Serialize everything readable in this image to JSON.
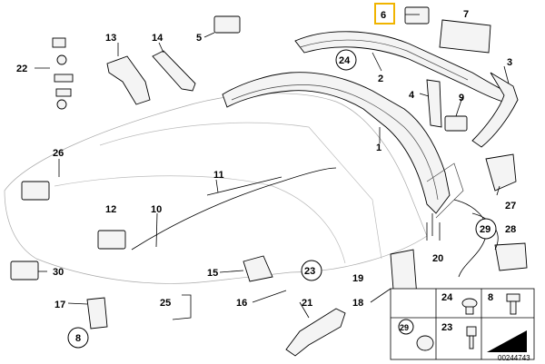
{
  "diagram_id": "00244743",
  "callouts": [
    {
      "key": "c1",
      "text": "1"
    },
    {
      "key": "c2",
      "text": "2"
    },
    {
      "key": "c3",
      "text": "3"
    },
    {
      "key": "c4",
      "text": "4"
    },
    {
      "key": "c5",
      "text": "5"
    },
    {
      "key": "c6",
      "text": "6",
      "highlighted": true
    },
    {
      "key": "c7",
      "text": "7"
    },
    {
      "key": "c8",
      "text": "8"
    },
    {
      "key": "c9",
      "text": "9"
    },
    {
      "key": "c10",
      "text": "10"
    },
    {
      "key": "c11",
      "text": "11"
    },
    {
      "key": "c12",
      "text": "12"
    },
    {
      "key": "c13",
      "text": "13"
    },
    {
      "key": "c14",
      "text": "14"
    },
    {
      "key": "c16",
      "text": "16"
    },
    {
      "key": "c17",
      "text": "17"
    },
    {
      "key": "c18",
      "text": "18"
    },
    {
      "key": "c19",
      "text": "19"
    },
    {
      "key": "c20",
      "text": "20"
    },
    {
      "key": "c21",
      "text": "21"
    },
    {
      "key": "c22",
      "text": "22"
    },
    {
      "key": "c24",
      "text": "24"
    },
    {
      "key": "c25",
      "text": "25"
    },
    {
      "key": "c26",
      "text": "26"
    },
    {
      "key": "c27",
      "text": "27"
    },
    {
      "key": "c28",
      "text": "28"
    },
    {
      "key": "c29",
      "text": "29"
    },
    {
      "key": "c30",
      "text": "30"
    },
    {
      "key": "c15",
      "text": "15"
    },
    {
      "key": "c23",
      "text": "23"
    }
  ],
  "legend_box": {
    "labels": [
      "24",
      "8",
      "29",
      "23"
    ]
  },
  "highlight_color": "#f0b400"
}
